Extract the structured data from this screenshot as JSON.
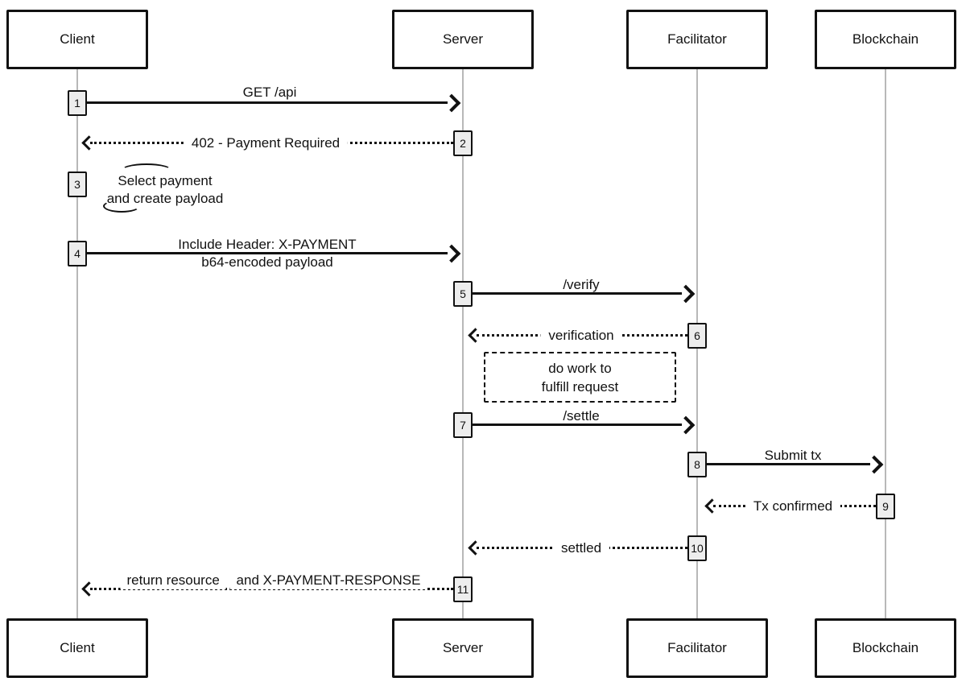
{
  "actors": {
    "client": "Client",
    "server": "Server",
    "facilitator": "Facilitator",
    "blockchain": "Blockchain"
  },
  "messages": {
    "m1": {
      "num": "1",
      "label": "GET /api"
    },
    "m2": {
      "num": "2",
      "label": "402 - Payment Required"
    },
    "m3": {
      "num": "3",
      "line1": "Select payment",
      "line2": "and create payload"
    },
    "m4": {
      "num": "4",
      "line1": "Include Header: X-PAYMENT",
      "line2": "b64-encoded payload"
    },
    "m5": {
      "num": "5",
      "label": "/verify"
    },
    "m6": {
      "num": "6",
      "label": "verification"
    },
    "m7": {
      "num": "7",
      "label": "/settle"
    },
    "m8": {
      "num": "8",
      "label": "Submit tx"
    },
    "m9": {
      "num": "9",
      "label": "Tx confirmed"
    },
    "m10": {
      "num": "10",
      "label": "settled"
    },
    "m11": {
      "num": "11",
      "line1": "return resource",
      "line2": "and X-PAYMENT-RESPONSE"
    }
  },
  "note": {
    "line1": "do work to",
    "line2": "fulfill request"
  },
  "colors": {
    "line": "#111111",
    "lifeline": "#b8b8b8",
    "badge_bg": "#ededed",
    "background": "#ffffff"
  }
}
